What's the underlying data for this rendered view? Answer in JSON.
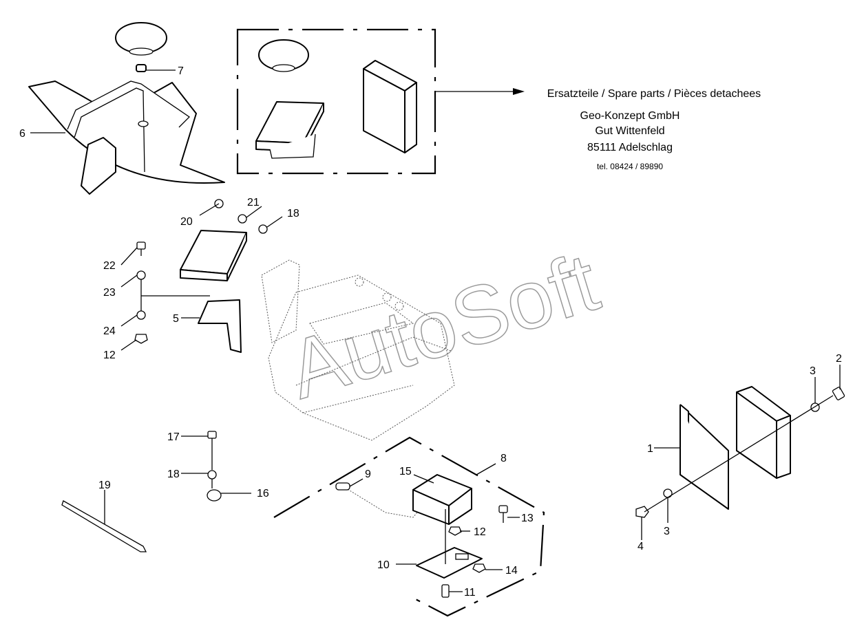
{
  "callouts": [
    {
      "id": "c7",
      "text": "7"
    },
    {
      "id": "c6",
      "text": "6"
    },
    {
      "id": "c20",
      "text": "20"
    },
    {
      "id": "c21",
      "text": "21"
    },
    {
      "id": "c18a",
      "text": "18"
    },
    {
      "id": "c22",
      "text": "22"
    },
    {
      "id": "c23",
      "text": "23"
    },
    {
      "id": "c5",
      "text": "5"
    },
    {
      "id": "c24",
      "text": "24"
    },
    {
      "id": "c12a",
      "text": "12"
    },
    {
      "id": "c17",
      "text": "17"
    },
    {
      "id": "c18b",
      "text": "18"
    },
    {
      "id": "c16",
      "text": "16"
    },
    {
      "id": "c19",
      "text": "19"
    },
    {
      "id": "c9",
      "text": "9"
    },
    {
      "id": "c15",
      "text": "15"
    },
    {
      "id": "c8",
      "text": "8"
    },
    {
      "id": "c13",
      "text": "13"
    },
    {
      "id": "c12b",
      "text": "12"
    },
    {
      "id": "c10",
      "text": "10"
    },
    {
      "id": "c14",
      "text": "14"
    },
    {
      "id": "c11",
      "text": "11"
    },
    {
      "id": "c3a",
      "text": "3"
    },
    {
      "id": "c2",
      "text": "2"
    },
    {
      "id": "c1",
      "text": "1"
    },
    {
      "id": "c4",
      "text": "4"
    },
    {
      "id": "c3b",
      "text": "3"
    }
  ],
  "spare_parts": {
    "heading": "Ersatzteile / Spare parts / Pièces detachees",
    "company": "Geo-Konzept GmbH",
    "street": "Gut Wittenfeld",
    "city": "85111 Adelschlag",
    "phone": "tel. 08424 / 89890"
  },
  "watermark": "AutoSoft",
  "colors": {
    "line": "#000000",
    "background": "#ffffff",
    "watermark": "#9a9a9a"
  }
}
